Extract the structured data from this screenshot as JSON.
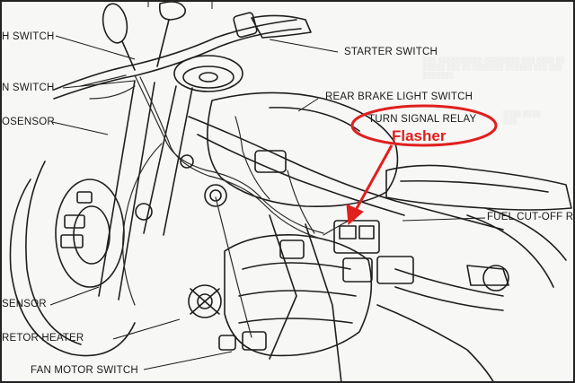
{
  "labels": {
    "top_left_switch": "H SWITCH",
    "starter_switch": "STARTER SWITCH",
    "mid_left_switch": "N SWITCH",
    "rear_brake_light_switch": "REAR BRAKE LIGHT SWITCH",
    "left_sensor": "OSENSOR",
    "turn_signal_relay": "TURN SIGNAL RELAY",
    "fuel_cut_off": "FUEL CUT-OFF R",
    "lower_left_sensor": "SENSOR",
    "carburetor_heater": "RETOR HEATER",
    "fan_motor_switch": "FAN MOTOR SWITCH"
  },
  "annotation": {
    "text": "Flasher",
    "color": "#e0201e"
  }
}
